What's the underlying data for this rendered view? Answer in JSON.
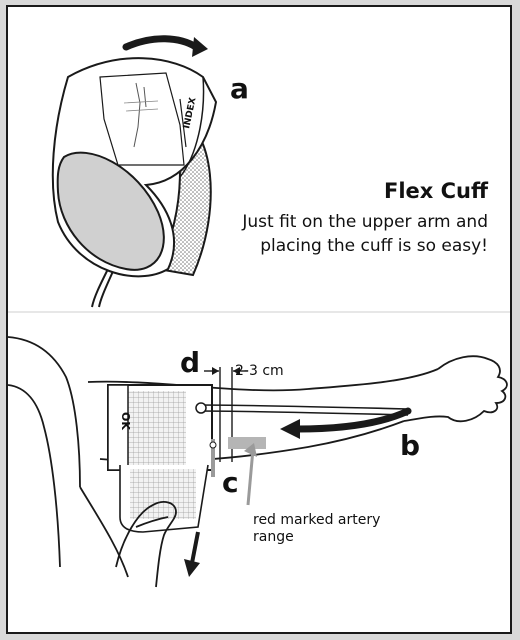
{
  "figure": {
    "title": "Flex Cuff",
    "description": "Just fit on the upper arm and placing the cuff is so easy!",
    "labels": {
      "a": "a",
      "b": "b",
      "c": "c",
      "d": "d"
    },
    "distance": "2-3 cm",
    "artery_note": "red marked artery range",
    "cuff_text": {
      "index": "INDEX",
      "ok": "OK"
    }
  },
  "colors": {
    "line": "#1a1a1a",
    "cuff_fill": "#d0d0d0",
    "marker": "#9a9a9a",
    "background": "#d9d9d9"
  },
  "icons": {
    "arrow_a": "curved-arrow-icon",
    "arrow_b": "left-arrow-icon",
    "arrow_down": "down-arrow-icon"
  }
}
